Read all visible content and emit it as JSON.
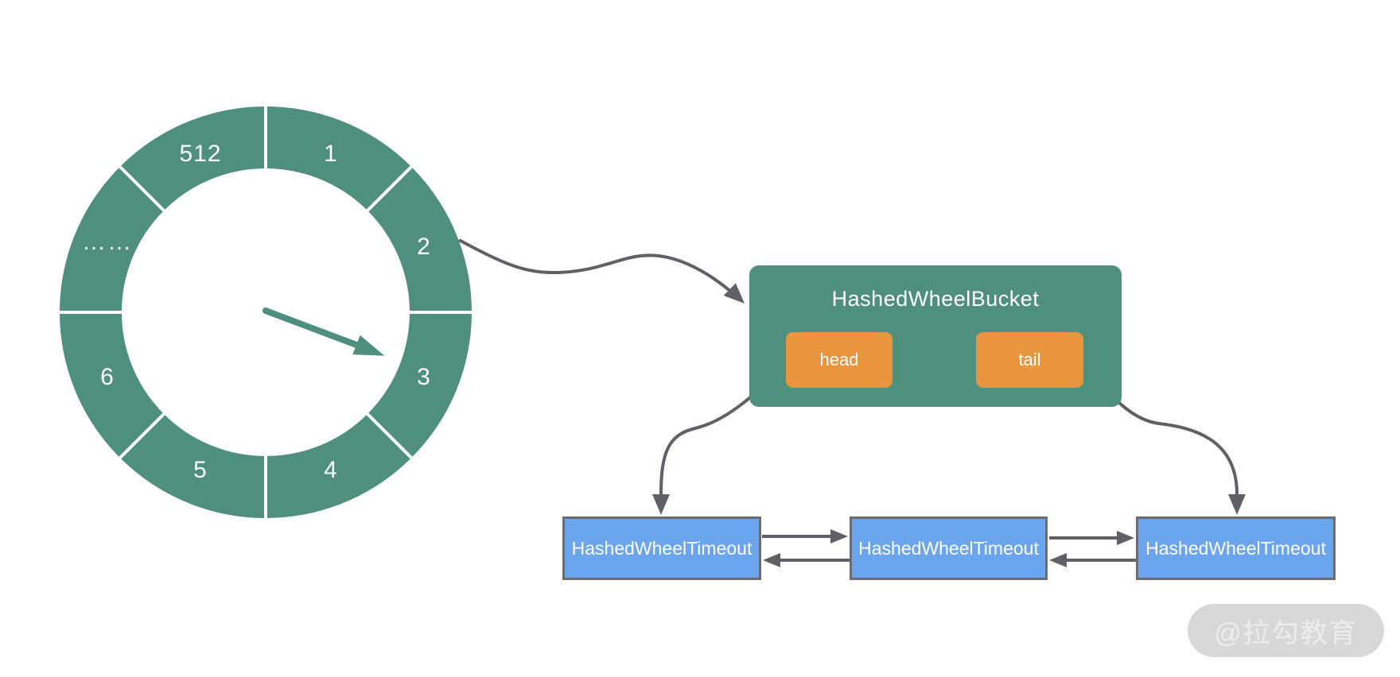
{
  "wheel": {
    "slots": [
      {
        "label": "1"
      },
      {
        "label": "2"
      },
      {
        "label": "3"
      },
      {
        "label": "4"
      },
      {
        "label": "5"
      },
      {
        "label": "6"
      },
      {
        "label": "……"
      },
      {
        "label": "512"
      }
    ],
    "pointer_points_to_slot": "3"
  },
  "bucket": {
    "title": "HashedWheelBucket",
    "head_label": "head",
    "tail_label": "tail"
  },
  "timeout_nodes": [
    {
      "label": "HashedWheelTimeout"
    },
    {
      "label": "HashedWheelTimeout"
    },
    {
      "label": "HashedWheelTimeout"
    }
  ],
  "watermark": {
    "text": "@拉勾教育"
  },
  "colors": {
    "wheel_teal": "#4F8F7E",
    "bucket_teal": "#4F8F7E",
    "endpoint_orange": "#E8953D",
    "node_blue": "#6BA5EE",
    "node_border_gray": "#6B6B72",
    "connector_gray": "#606066",
    "divider_white": "#FFFFFF",
    "watermark_bg": "#D8D8D8",
    "watermark_text": "#EDEDED",
    "label_white": "#FFFFFF"
  }
}
